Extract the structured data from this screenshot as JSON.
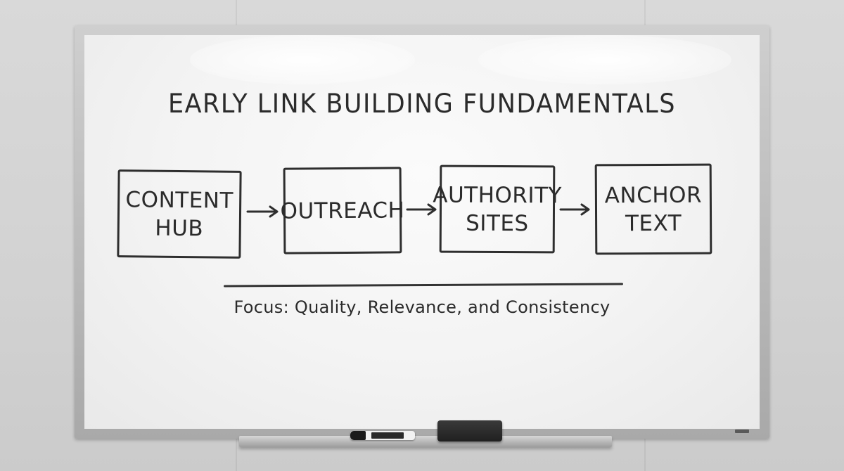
{
  "title": "EARLY LINK BUILDING FUNDAMENTALS",
  "steps": [
    {
      "label": "CONTENT\nHUB"
    },
    {
      "label": "OUTREACH"
    },
    {
      "label": "AUTHORITY\nSITES"
    },
    {
      "label": "ANCHOR\nTEXT"
    }
  ],
  "focus_line": "Focus: Quality, Relevance, and Consistency",
  "colors": {
    "ink": "#2b2b2b",
    "board": "#f5f5f5",
    "frame": "#b5b5b5"
  },
  "icons": {
    "arrow": "right-arrow-icon",
    "marker": "marker-icon",
    "eraser": "eraser-icon"
  }
}
